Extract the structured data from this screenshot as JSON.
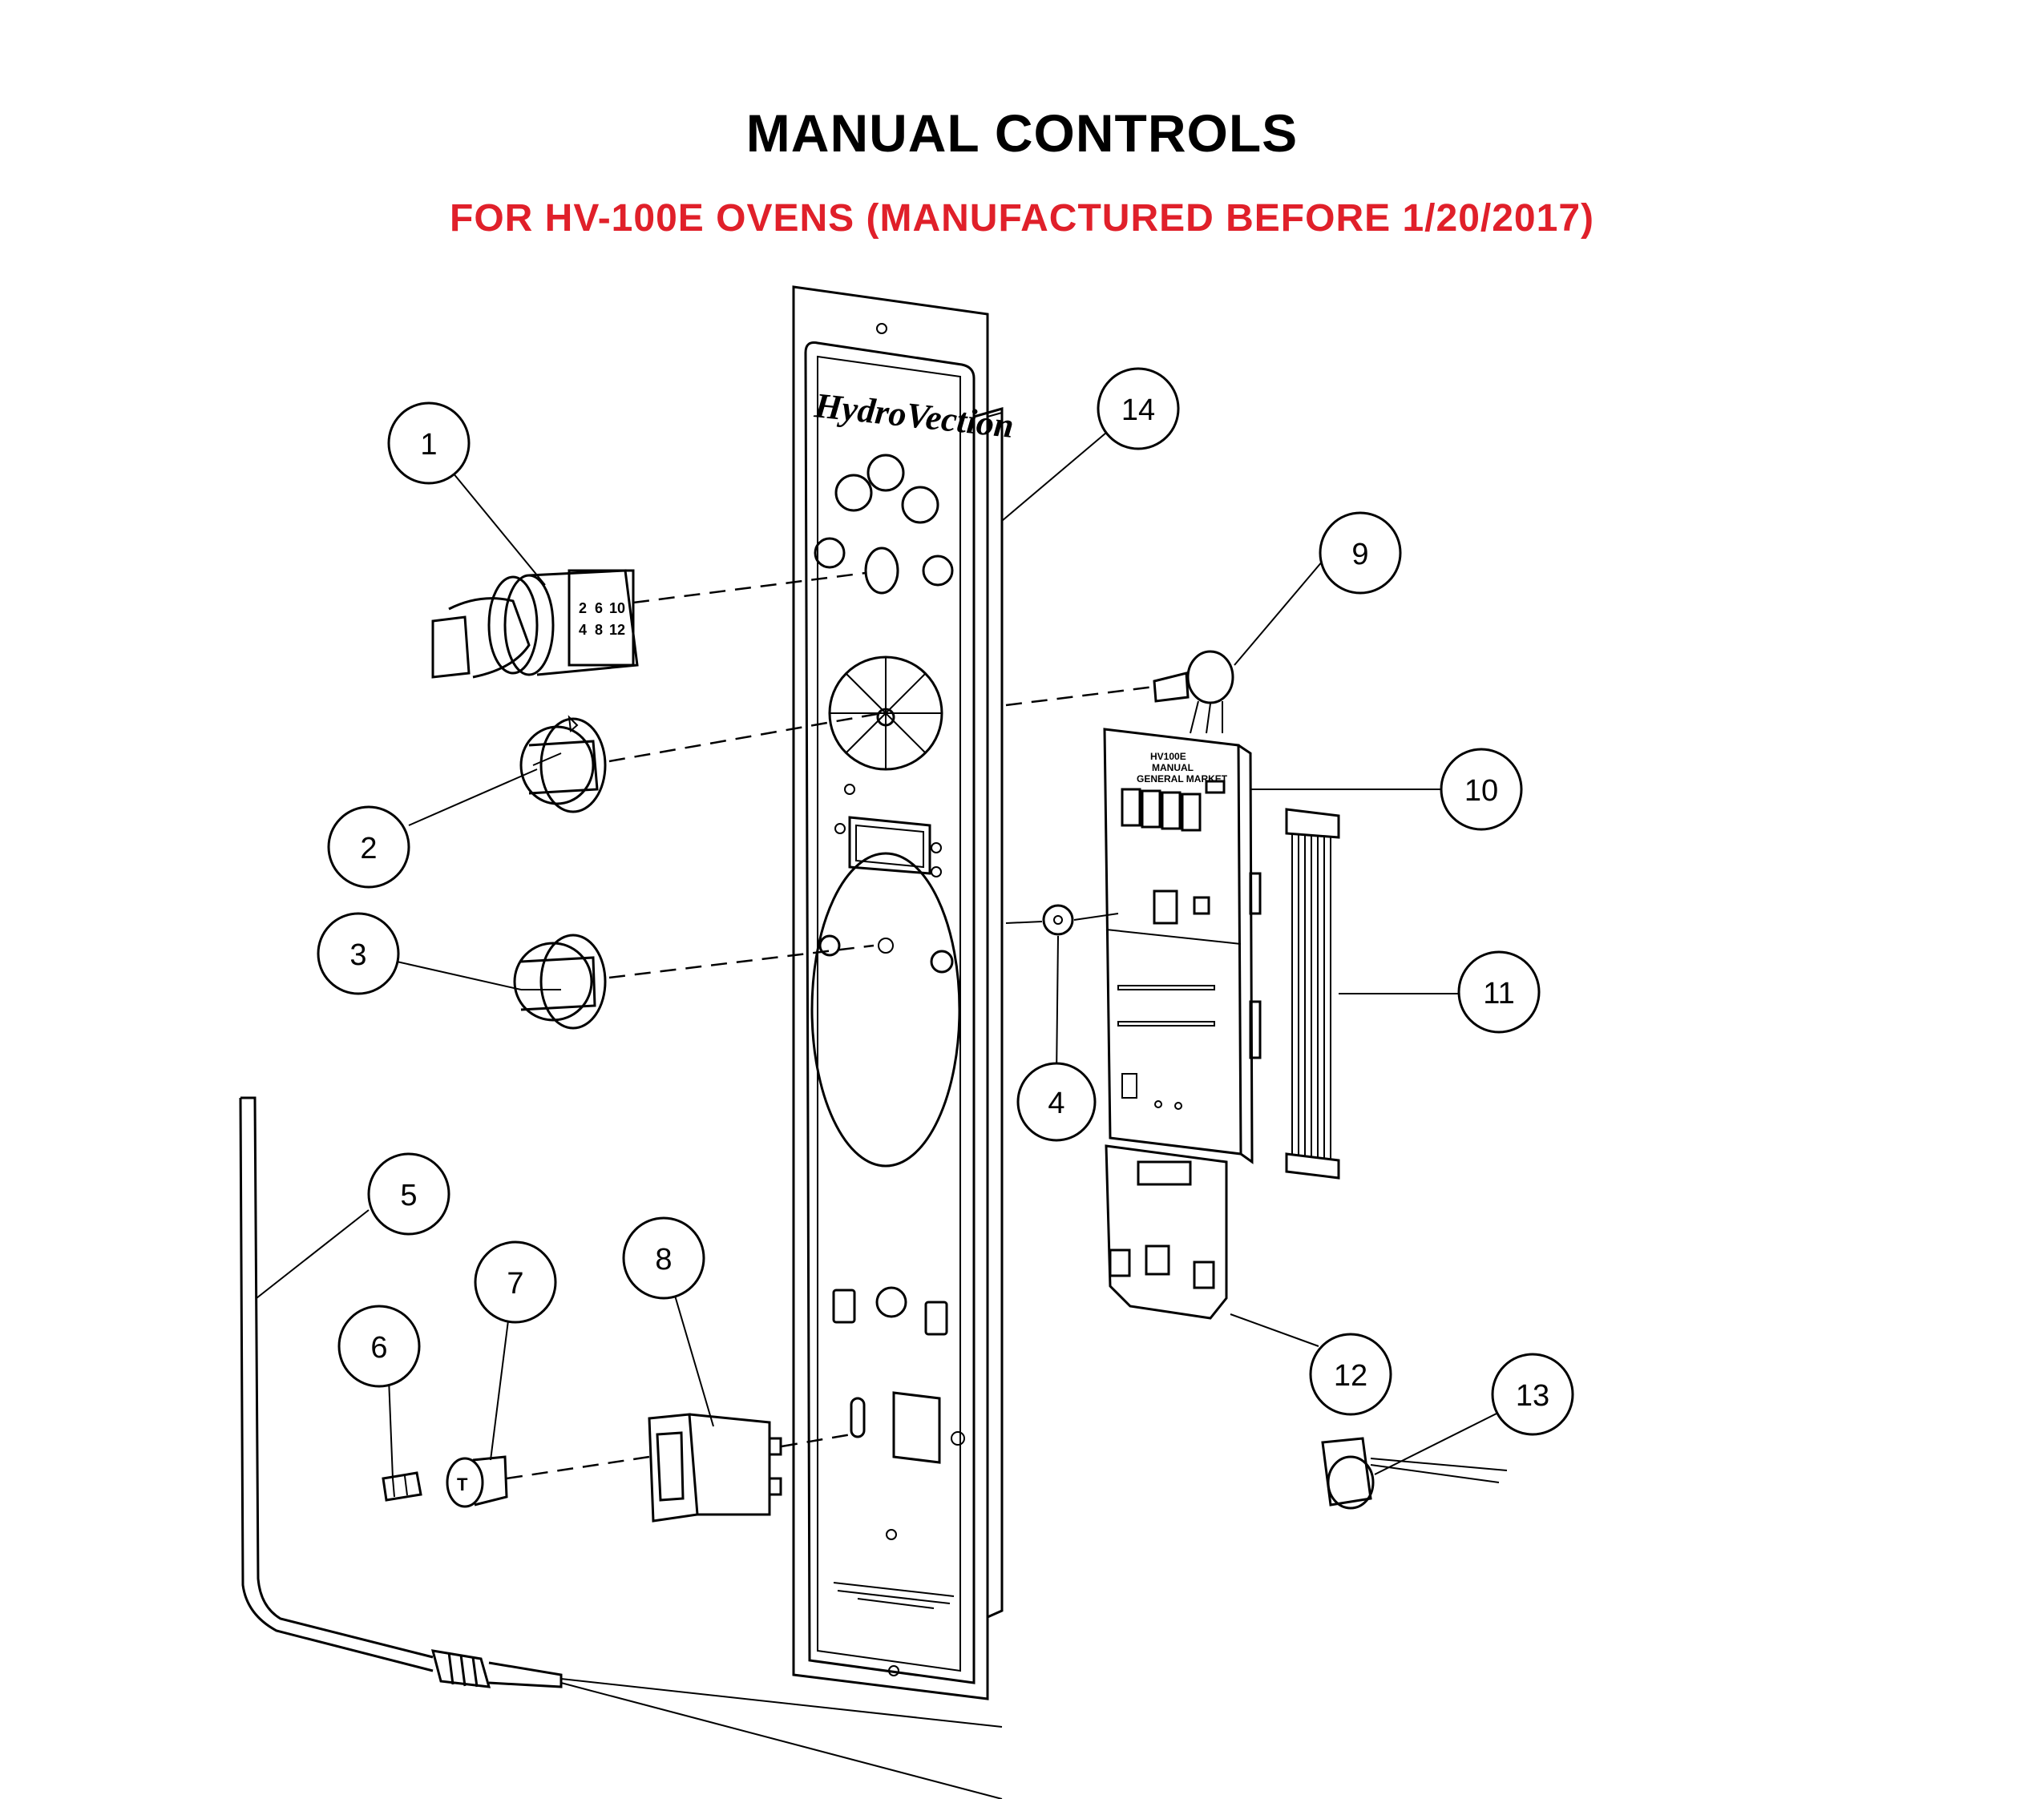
{
  "title": "MANUAL CONTROLS",
  "subtitle": "FOR HV-100E OVENS (MANUFACTURED BEFORE 1/20/2017)",
  "subtitle_color": "#e0202a",
  "panel": {
    "logo": "HydroVection",
    "board_label_1": "HV100E",
    "board_label_2": "MANUAL",
    "board_label_3": "GENERAL MARKET"
  },
  "switch_numbers": [
    "2",
    "6",
    "10",
    "4",
    "8",
    "12"
  ],
  "callouts": [
    {
      "id": 1,
      "label": "1"
    },
    {
      "id": 2,
      "label": "2"
    },
    {
      "id": 3,
      "label": "3"
    },
    {
      "id": 4,
      "label": "4"
    },
    {
      "id": 5,
      "label": "5"
    },
    {
      "id": 6,
      "label": "6"
    },
    {
      "id": 7,
      "label": "7"
    },
    {
      "id": 8,
      "label": "8"
    },
    {
      "id": 9,
      "label": "9"
    },
    {
      "id": 10,
      "label": "10"
    },
    {
      "id": 11,
      "label": "11"
    },
    {
      "id": 12,
      "label": "12"
    },
    {
      "id": 13,
      "label": "13"
    },
    {
      "id": 14,
      "label": "14"
    }
  ]
}
